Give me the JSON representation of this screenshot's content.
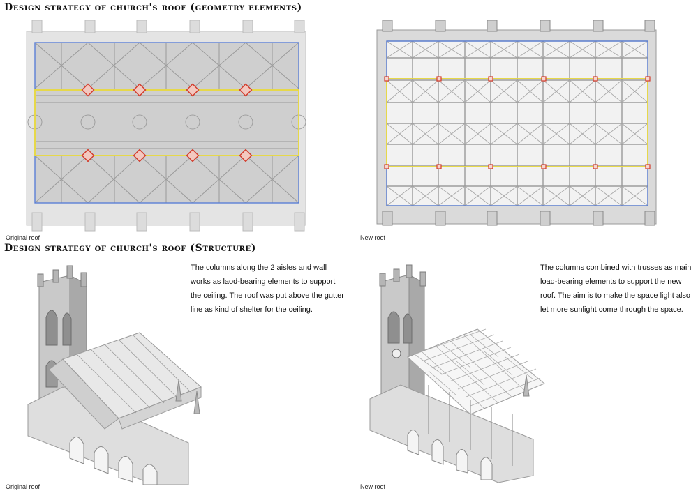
{
  "headings": {
    "geometry": "Design strategy of church's roof (geometry elements)",
    "structure": "Design strategy of church's roof (Structure)"
  },
  "captions": {
    "top_left": "Original roof",
    "top_right": "New roof",
    "bottom_left": "Original roof",
    "bottom_right": "New roof"
  },
  "descriptions": {
    "original": "The columns along the 2 aisles and wall works as laod-bearing elements  to support the ceiling. The roof was put above the gutter line as kind of shelter for the ceiling.",
    "new": "The columns combined with trusses as main load-bearing elements to support the new roof. The aim is to make the space light also let more sunlight come through the space."
  },
  "colors": {
    "aisle_outline": "#5b7fd6",
    "nave_outline": "#e6d84a",
    "column_marker": "#d23a2a"
  }
}
